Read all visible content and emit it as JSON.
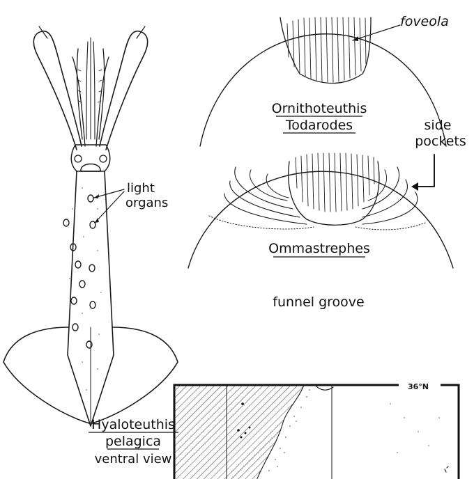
{
  "squid": {
    "genus": "Hyaloteuthis",
    "species": "pelagica",
    "view": "ventral view",
    "callout": [
      "light",
      "organs"
    ]
  },
  "funnel_top": {
    "callout": "foveola",
    "genus_1": "Ornithoteuthis",
    "genus_2": "Todarodes"
  },
  "funnel_bottom": {
    "callout": [
      "side",
      "pockets"
    ],
    "genus": "Ommastrephes"
  },
  "caption": "funnel groove",
  "map": {
    "latitude_label": "36°N"
  }
}
